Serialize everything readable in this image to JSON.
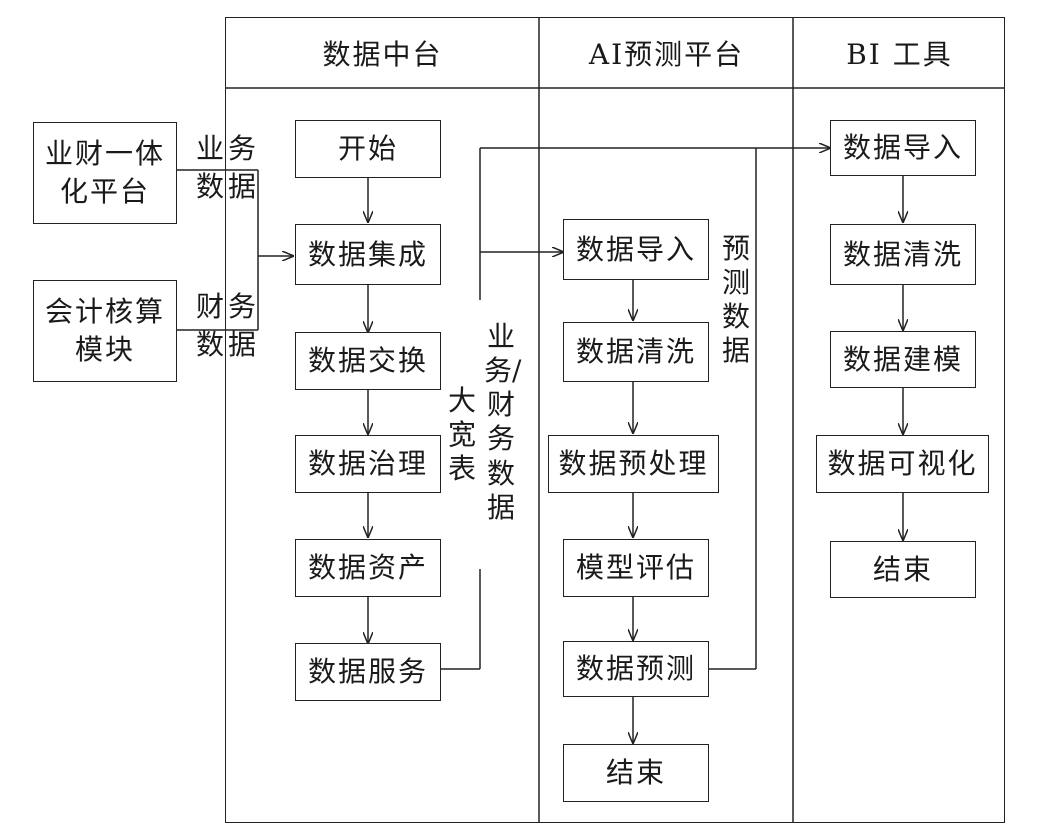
{
  "columns": {
    "data_platform": "数据中台",
    "ai_platform": "AI预测平台",
    "bi_tools": "BI 工具"
  },
  "sources": {
    "erp": {
      "line1": "业财一体",
      "line2": "化平台",
      "out_line1": "业务",
      "out_line2": "数据"
    },
    "accounting": {
      "line1": "会计核算",
      "line2": "模块",
      "out_line1": "财务",
      "out_line2": "数据"
    }
  },
  "data_platform_steps": [
    "开始",
    "数据集成",
    "数据交换",
    "数据治理",
    "数据资产",
    "数据服务"
  ],
  "ai_steps": [
    "数据导入",
    "数据清洗",
    "数据预处理",
    "模型评估",
    "数据预测",
    "结束"
  ],
  "bi_steps": [
    "数据导入",
    "数据清洗",
    "数据建模",
    "数据可视化",
    "结束"
  ],
  "edge_labels": {
    "wide_table": "大宽表",
    "business_finance_data": "业务/财务数据",
    "prediction_data": "预测数据"
  }
}
